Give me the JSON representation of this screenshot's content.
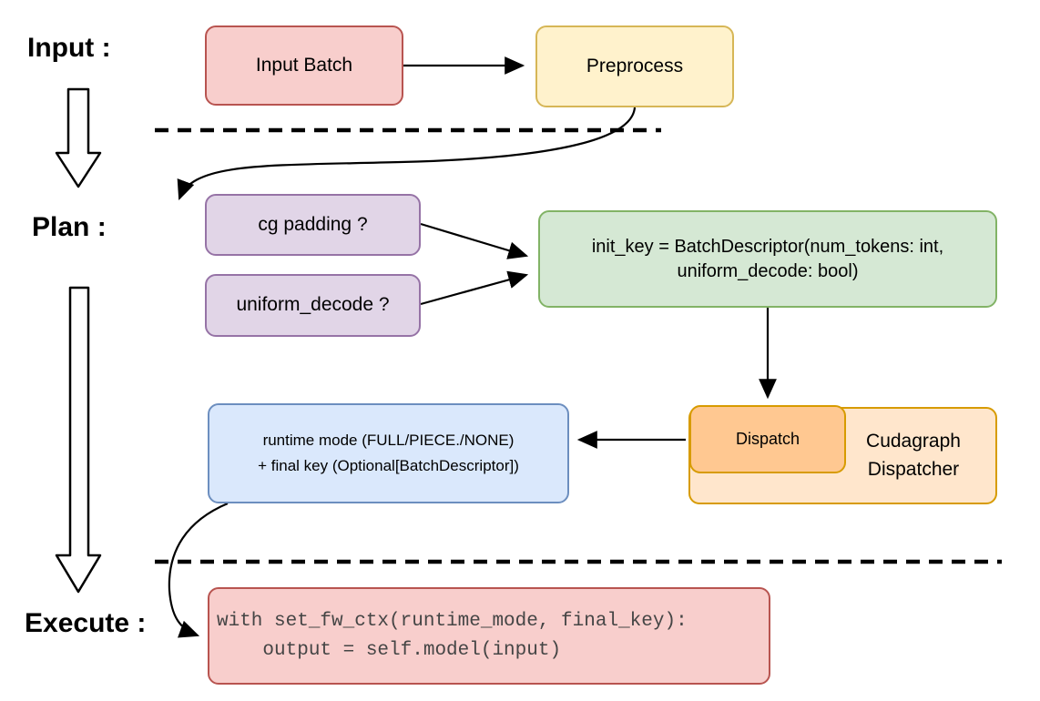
{
  "stage_labels": {
    "input": "Input :",
    "plan": "Plan :",
    "execute": "Execute :"
  },
  "nodes": {
    "input_batch": {
      "label": "Input Batch"
    },
    "preprocess": {
      "label": "Preprocess"
    },
    "cg_padding": {
      "label": "cg padding ?"
    },
    "uniform_decode": {
      "label": "uniform_decode ?"
    },
    "init_key": {
      "line1": "init_key = BatchDescriptor(num_tokens: int,",
      "line2": "uniform_decode: bool)"
    },
    "cudagraph_dispatcher": {
      "line1": "Cudagraph",
      "line2": "Dispatcher"
    },
    "dispatch": {
      "label": "Dispatch"
    },
    "runtime_mode": {
      "line1": "runtime mode (FULL/PIECE./NONE)",
      "line2": "+ final key (Optional[BatchDescriptor])"
    },
    "execute_code": {
      "line1": "with set_fw_ctx(runtime_mode, final_key):",
      "line2": "    output = self.model(input)"
    }
  },
  "colors": {
    "red_fill": "#f8cecc",
    "red_stroke": "#b85450",
    "yellow_fill": "#fff2cc",
    "yellow_stroke": "#d6b656",
    "purple_fill": "#e1d5e7",
    "purple_stroke": "#9673a6",
    "green_fill": "#d5e8d4",
    "green_stroke": "#82b366",
    "blue_fill": "#dae8fc",
    "blue_stroke": "#6c8ebf",
    "orange_light_fill": "#ffe6cc",
    "orange_dark_fill": "#ffc891",
    "orange_stroke": "#d79b00",
    "arrow_color": "#000000",
    "code_text_color": "#454545"
  }
}
